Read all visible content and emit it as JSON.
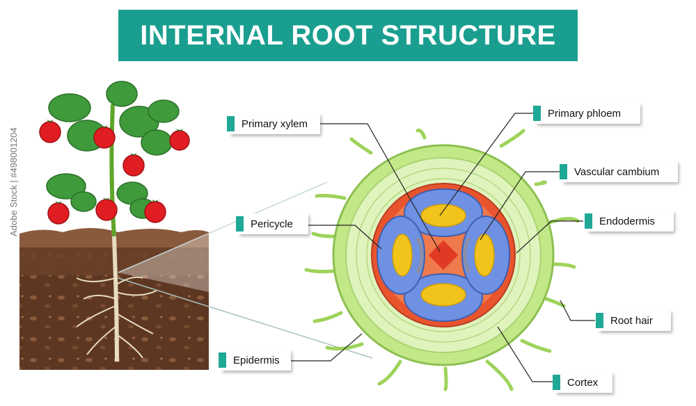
{
  "title": "INTERNAL ROOT STRUCTURE",
  "labels": {
    "primary_xylem": "Primary xylem",
    "primary_phloem": "Primary phloem",
    "vascular_cambium": "Vascular cambium",
    "pericycle": "Pericycle",
    "endodermis": "Endodermis",
    "root_hair": "Root hair",
    "epidermis": "Epidermis",
    "cortex": "Cortex"
  },
  "watermark": "Adobe Stock | #498001204",
  "colors": {
    "banner": "#1a9e8f",
    "label_tick": "#1fa896",
    "epidermis": "#b7e07a",
    "cortex": "#d8f0b0",
    "endodermis": "#e5502e",
    "pericycle": "#6c8fe0",
    "xylem": "#f0c419",
    "soil": "#5a3320"
  }
}
